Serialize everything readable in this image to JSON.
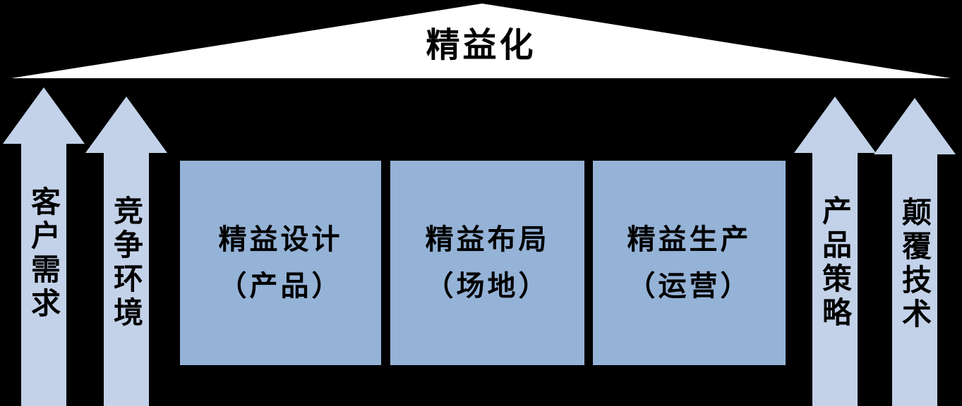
{
  "diagram": {
    "roof": {
      "title": "精益化"
    },
    "left_arrows": [
      {
        "label": "客户需求"
      },
      {
        "label": "竞争环境"
      }
    ],
    "right_arrows": [
      {
        "label": "产品策略"
      },
      {
        "label": "颠覆技术"
      }
    ],
    "pillars": [
      {
        "title": "精益设计",
        "subtitle": "（产品）"
      },
      {
        "title": "精益布局",
        "subtitle": "（场地）"
      },
      {
        "title": "精益生产",
        "subtitle": "（运营）"
      }
    ],
    "colors": {
      "background": "#000000",
      "roof_fill": "#ffffff",
      "roof_border": "#000000",
      "arrow_fill": "#c3d2e9",
      "pillar_fill": "#95b3d7",
      "text": "#000000"
    }
  }
}
